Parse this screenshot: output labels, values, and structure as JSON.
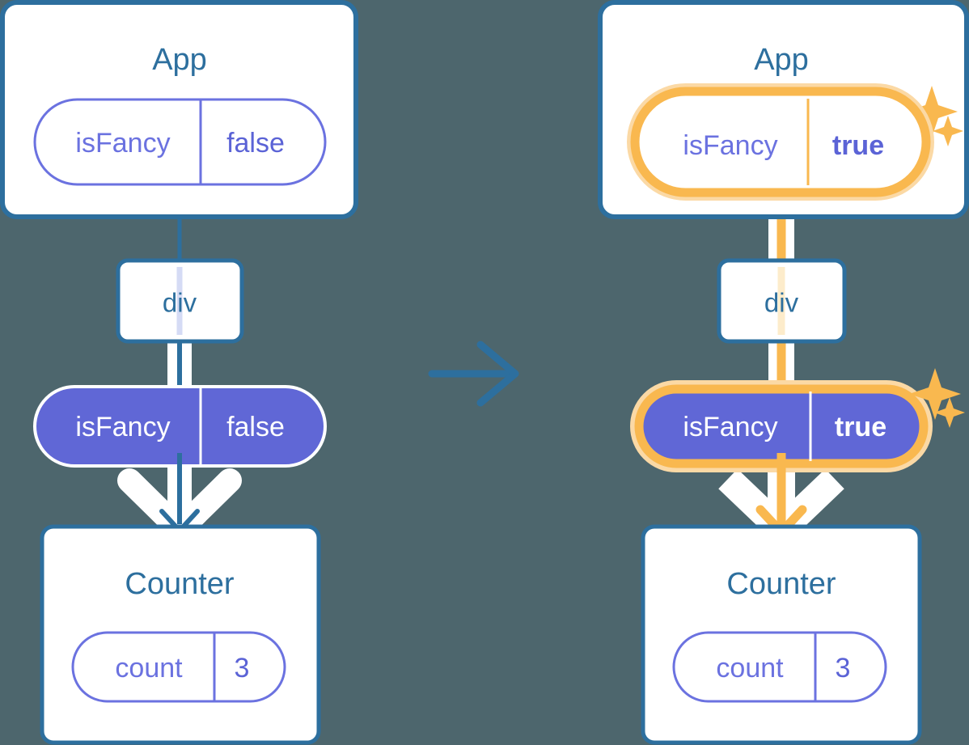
{
  "meta": {
    "background_color": "#4d666d",
    "title": "React state propagation diagram: isFancy false to true"
  },
  "palette": {
    "box_border_blue": "#2d6f9e",
    "box_fill_white": "#ffffff",
    "text_blue": "#2d6f9e",
    "purple_fill": "#6067d6",
    "purple_stroke": "#5b63d6",
    "purple_text": "#6b72e0",
    "highlight_amber": "#f9b84f",
    "highlight_amber_glow": "#fbd9a5",
    "highlight_amber_pale": "#fdeccb",
    "arrow_white": "#ffffff",
    "arrow_blue": "#2d6f9e",
    "arrow_amber": "#f9b84f"
  },
  "left_panel": {
    "name": "before-state",
    "app_box": {
      "title": "App",
      "pill": {
        "key": "isFancy",
        "value": "false",
        "style": "outline",
        "highlighted": false
      }
    },
    "div_node": {
      "label": "div"
    },
    "prop_pill": {
      "key": "isFancy",
      "value": "false",
      "style": "filled",
      "highlighted": false
    },
    "counter_box": {
      "title": "Counter",
      "pill": {
        "key": "count",
        "value": "3",
        "style": "outline",
        "highlighted": false
      }
    }
  },
  "transition": {
    "name": "transition-arrow",
    "direction": "right",
    "color": "#2d6f9e"
  },
  "right_panel": {
    "name": "after-state",
    "app_box": {
      "title": "App",
      "pill": {
        "key": "isFancy",
        "value": "true",
        "style": "outline",
        "highlighted": true,
        "value_bold": true
      },
      "sparkles": [
        {
          "size": "large"
        },
        {
          "size": "small"
        }
      ]
    },
    "div_node": {
      "label": "div"
    },
    "prop_pill": {
      "key": "isFancy",
      "value": "true",
      "style": "filled",
      "highlighted": true,
      "value_bold": true,
      "sparkles": [
        {
          "size": "large"
        },
        {
          "size": "small"
        }
      ]
    },
    "counter_box": {
      "title": "Counter",
      "pill": {
        "key": "count",
        "value": "3",
        "style": "outline",
        "highlighted": false
      }
    }
  }
}
